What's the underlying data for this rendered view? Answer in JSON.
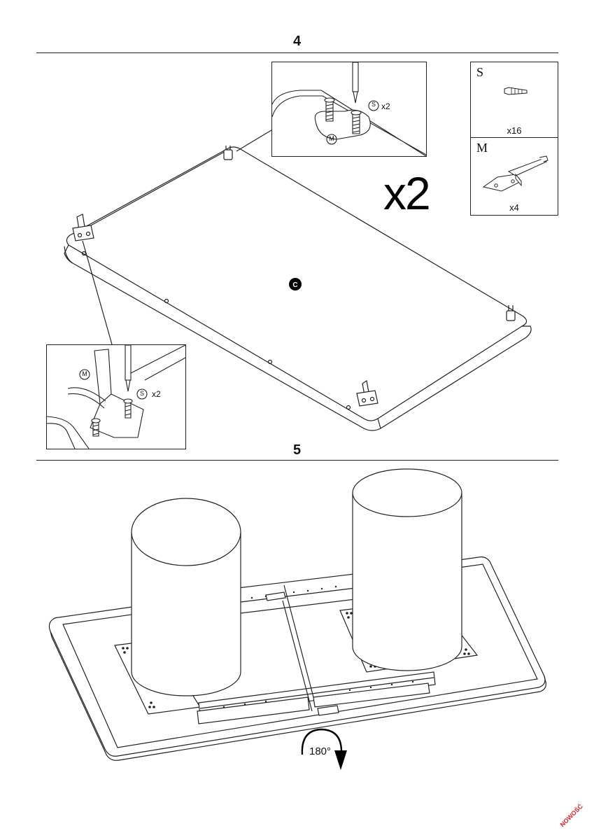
{
  "steps": {
    "step4": {
      "number": "4"
    },
    "step5": {
      "number": "5"
    }
  },
  "step4": {
    "multiplier": "x2",
    "panel_label": "C",
    "inset_top": {
      "part_s": "S",
      "part_m": "M",
      "qty": "x2"
    },
    "inset_bottom": {
      "part_s": "S",
      "part_m": "M",
      "qty": "x2"
    }
  },
  "parts": [
    {
      "letter": "S",
      "qty": "x16",
      "icon": "screw-icon"
    },
    {
      "letter": "M",
      "qty": "x4",
      "icon": "bracket-icon"
    }
  ],
  "step5": {
    "rotation": "180°"
  },
  "badge": "NOWOŚĆ"
}
